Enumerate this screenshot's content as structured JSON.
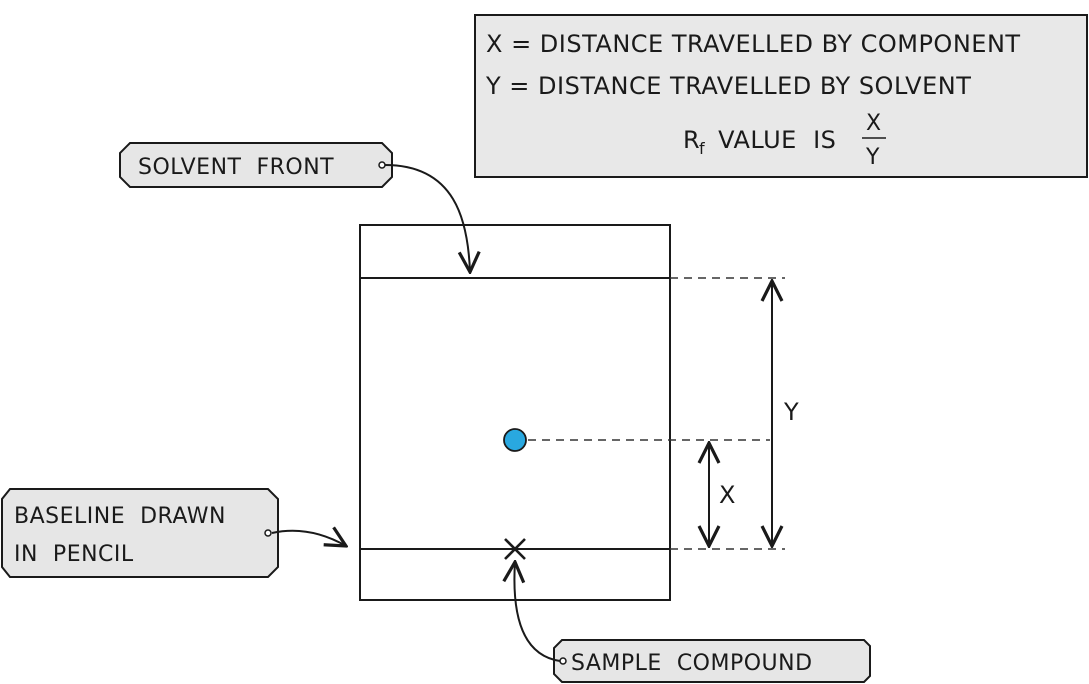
{
  "definitions": {
    "line1": "X = DISTANCE  TRAVELLED  BY  COMPONENT",
    "line2": "Y = DISTANCE  TRAVELLED  BY  SOLVENT",
    "rf_prefix": "R",
    "rf_subscript": "f",
    "rf_middle": " VALUE  IS ",
    "rf_numerator": "X",
    "rf_denominator": "Y"
  },
  "labels": {
    "solvent_front": "SOLVENT  FRONT",
    "baseline_line1": "BASELINE  DRAWN",
    "baseline_line2": "IN  PENCIL",
    "sample_compound": "SAMPLE  COMPOUND"
  },
  "measurements": {
    "y_label": "Y",
    "x_label": "X"
  },
  "colors": {
    "box_fill": "#e8e8e8",
    "tag_fill": "#e6e6e6",
    "spot_fill": "#29a8e0",
    "line": "#1a1a1a"
  }
}
